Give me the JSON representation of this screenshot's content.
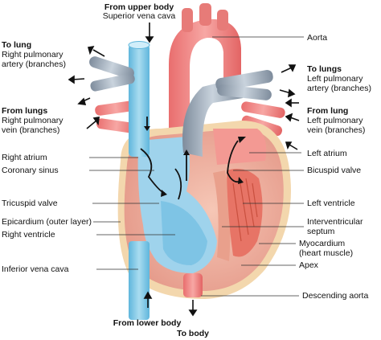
{
  "labels": {
    "from_upper_body": "From upper body",
    "superior_vena_cava": "Superior vena cava",
    "aorta": "Aorta",
    "to_lung_right": "To lung",
    "right_pulmonary_artery_1": "Right pulmonary",
    "right_pulmonary_artery_2": "artery (branches)",
    "to_lungs_left": "To lungs",
    "left_pulmonary_artery_1": "Left pulmonary",
    "left_pulmonary_artery_2": "artery (branches)",
    "from_lungs_right": "From lungs",
    "right_pulmonary_vein_1": "Right pulmonary",
    "right_pulmonary_vein_2": "vein (branches)",
    "from_lung_left": "From lung",
    "left_pulmonary_vein_1": "Left pulmonary",
    "left_pulmonary_vein_2": "vein (branches)",
    "right_atrium": "Right atrium",
    "coronary_sinus": "Coronary sinus",
    "left_atrium": "Left atrium",
    "bicuspid_valve": "Bicuspid valve",
    "tricuspid_valve": "Tricuspid valve",
    "left_ventricle": "Left ventricle",
    "epicardium": "Epicardium (outer layer)",
    "right_ventricle": "Right ventricle",
    "interventricular_septum_1": "Interventricular",
    "interventricular_septum_2": "septum",
    "myocardium_1": "Myocardium",
    "myocardium_2": "(heart muscle)",
    "inferior_vena_cava": "Inferior vena cava",
    "apex": "Apex",
    "descending_aorta": "Descending aorta",
    "from_lower_body": "From lower body",
    "to_body": "To body"
  },
  "colors": {
    "oxygen_poor_blood": "#8ecae6",
    "oxygen_rich_blood": "#f08a86",
    "muscle": "#f2b9a7",
    "epicardium": "#f7e0b5",
    "leader_line": "#333333",
    "flow_arrow": "#111111"
  }
}
